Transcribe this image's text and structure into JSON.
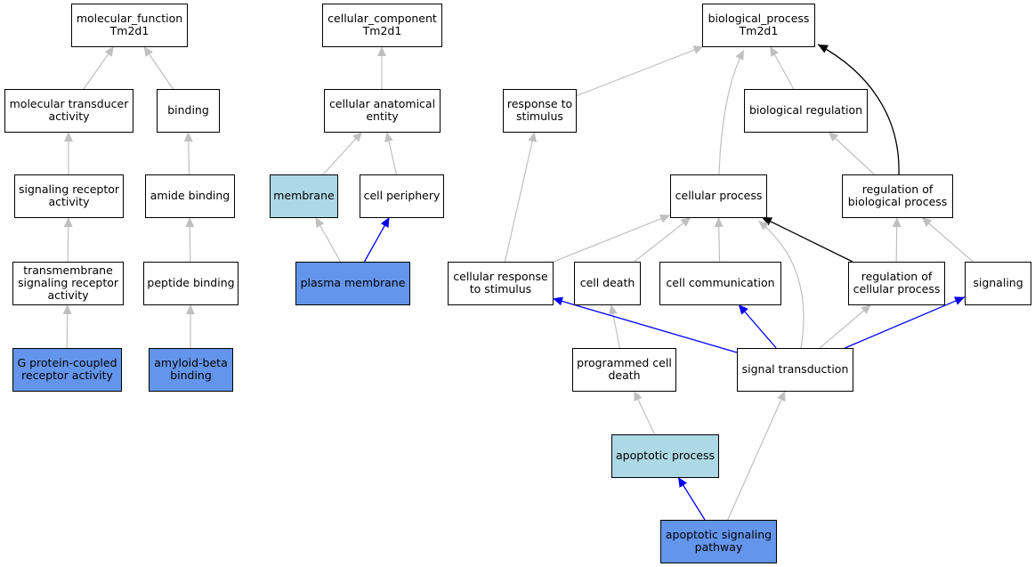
{
  "colors": {
    "default_fill": "#ffffff",
    "light_blue": "#add8e6",
    "cornflower": "#6495ed",
    "gray_edge": "#c0c0c0",
    "black_edge": "#000000",
    "blue_edge": "#0000ff"
  },
  "nodes": [
    {
      "id": "mf_root",
      "lines": [
        "molecular_function",
        "Tm2d1"
      ],
      "fill": "default"
    },
    {
      "id": "mol_transducer",
      "lines": [
        "molecular transducer",
        "activity"
      ],
      "fill": "default"
    },
    {
      "id": "binding",
      "lines": [
        "binding"
      ],
      "fill": "default"
    },
    {
      "id": "sig_receptor",
      "lines": [
        "signaling receptor",
        "activity"
      ],
      "fill": "default"
    },
    {
      "id": "amide_binding",
      "lines": [
        "amide binding"
      ],
      "fill": "default"
    },
    {
      "id": "tm_sig_receptor",
      "lines": [
        "transmembrane",
        "signaling receptor",
        "activity"
      ],
      "fill": "default"
    },
    {
      "id": "peptide_binding",
      "lines": [
        "peptide binding"
      ],
      "fill": "default"
    },
    {
      "id": "gpcr_activity",
      "lines": [
        "G protein-coupled",
        "receptor activity"
      ],
      "fill": "cornflower"
    },
    {
      "id": "amyloid_binding",
      "lines": [
        "amyloid-beta",
        "binding"
      ],
      "fill": "cornflower"
    },
    {
      "id": "cc_root",
      "lines": [
        "cellular_component",
        "Tm2d1"
      ],
      "fill": "default"
    },
    {
      "id": "cell_anat",
      "lines": [
        "cellular anatomical",
        "entity"
      ],
      "fill": "default"
    },
    {
      "id": "membrane",
      "lines": [
        "membrane"
      ],
      "fill": "light_blue"
    },
    {
      "id": "cell_periphery",
      "lines": [
        "cell periphery"
      ],
      "fill": "default"
    },
    {
      "id": "plasma_membrane",
      "lines": [
        "plasma membrane"
      ],
      "fill": "cornflower"
    },
    {
      "id": "bp_root",
      "lines": [
        "biological_process",
        "Tm2d1"
      ],
      "fill": "default"
    },
    {
      "id": "resp_stimulus",
      "lines": [
        "response to",
        "stimulus"
      ],
      "fill": "default"
    },
    {
      "id": "bio_reg",
      "lines": [
        "biological regulation"
      ],
      "fill": "default"
    },
    {
      "id": "cell_process",
      "lines": [
        "cellular process"
      ],
      "fill": "default"
    },
    {
      "id": "reg_bio_process",
      "lines": [
        "regulation of",
        "biological process"
      ],
      "fill": "default"
    },
    {
      "id": "cell_resp_stim",
      "lines": [
        "cellular response",
        "to stimulus"
      ],
      "fill": "default"
    },
    {
      "id": "cell_death",
      "lines": [
        "cell death"
      ],
      "fill": "default"
    },
    {
      "id": "cell_comm",
      "lines": [
        "cell communication"
      ],
      "fill": "default"
    },
    {
      "id": "reg_cell_process",
      "lines": [
        "regulation of",
        "cellular process"
      ],
      "fill": "default"
    },
    {
      "id": "signaling",
      "lines": [
        "signaling"
      ],
      "fill": "default"
    },
    {
      "id": "prog_cell_death",
      "lines": [
        "programmed cell",
        "death"
      ],
      "fill": "default"
    },
    {
      "id": "signal_transduction",
      "lines": [
        "signal transduction"
      ],
      "fill": "default"
    },
    {
      "id": "apoptotic_process",
      "lines": [
        "apoptotic process"
      ],
      "fill": "light_blue"
    },
    {
      "id": "apoptotic_signaling",
      "lines": [
        "apoptotic signaling",
        "pathway"
      ],
      "fill": "cornflower"
    }
  ],
  "edges": [
    {
      "from": "mol_transducer",
      "to": "mf_root",
      "color": "gray"
    },
    {
      "from": "binding",
      "to": "mf_root",
      "color": "gray"
    },
    {
      "from": "sig_receptor",
      "to": "mol_transducer",
      "color": "gray"
    },
    {
      "from": "amide_binding",
      "to": "binding",
      "color": "gray"
    },
    {
      "from": "tm_sig_receptor",
      "to": "sig_receptor",
      "color": "gray"
    },
    {
      "from": "peptide_binding",
      "to": "amide_binding",
      "color": "gray"
    },
    {
      "from": "gpcr_activity",
      "to": "tm_sig_receptor",
      "color": "gray"
    },
    {
      "from": "amyloid_binding",
      "to": "peptide_binding",
      "color": "gray"
    },
    {
      "from": "cell_anat",
      "to": "cc_root",
      "color": "gray"
    },
    {
      "from": "membrane",
      "to": "cell_anat",
      "color": "gray"
    },
    {
      "from": "cell_periphery",
      "to": "cell_anat",
      "color": "gray"
    },
    {
      "from": "plasma_membrane",
      "to": "membrane",
      "color": "gray"
    },
    {
      "from": "plasma_membrane",
      "to": "cell_periphery",
      "color": "blue"
    },
    {
      "from": "resp_stimulus",
      "to": "bp_root",
      "color": "gray"
    },
    {
      "from": "bio_reg",
      "to": "bp_root",
      "color": "gray"
    },
    {
      "from": "cell_process",
      "to": "bp_root",
      "color": "gray"
    },
    {
      "from": "reg_bio_process",
      "to": "bp_root",
      "color": "black"
    },
    {
      "from": "reg_bio_process",
      "to": "bio_reg",
      "color": "gray"
    },
    {
      "from": "cell_resp_stim",
      "to": "resp_stimulus",
      "color": "gray"
    },
    {
      "from": "cell_resp_stim",
      "to": "cell_process",
      "color": "gray"
    },
    {
      "from": "cell_death",
      "to": "cell_process",
      "color": "gray"
    },
    {
      "from": "cell_comm",
      "to": "cell_process",
      "color": "gray"
    },
    {
      "from": "reg_cell_process",
      "to": "cell_process",
      "color": "black"
    },
    {
      "from": "reg_cell_process",
      "to": "reg_bio_process",
      "color": "gray"
    },
    {
      "from": "signaling",
      "to": "reg_bio_process",
      "color": "gray"
    },
    {
      "from": "prog_cell_death",
      "to": "cell_death",
      "color": "gray"
    },
    {
      "from": "signal_transduction",
      "to": "cell_resp_stim",
      "color": "blue"
    },
    {
      "from": "signal_transduction",
      "to": "cell_comm",
      "color": "blue"
    },
    {
      "from": "signal_transduction",
      "to": "signaling",
      "color": "blue"
    },
    {
      "from": "signal_transduction",
      "to": "reg_cell_process",
      "color": "gray"
    },
    {
      "from": "signal_transduction",
      "to": "cell_process",
      "color": "gray"
    },
    {
      "from": "apoptotic_process",
      "to": "prog_cell_death",
      "color": "gray"
    },
    {
      "from": "apoptotic_signaling",
      "to": "apoptotic_process",
      "color": "blue"
    },
    {
      "from": "apoptotic_signaling",
      "to": "signal_transduction",
      "color": "gray"
    }
  ]
}
